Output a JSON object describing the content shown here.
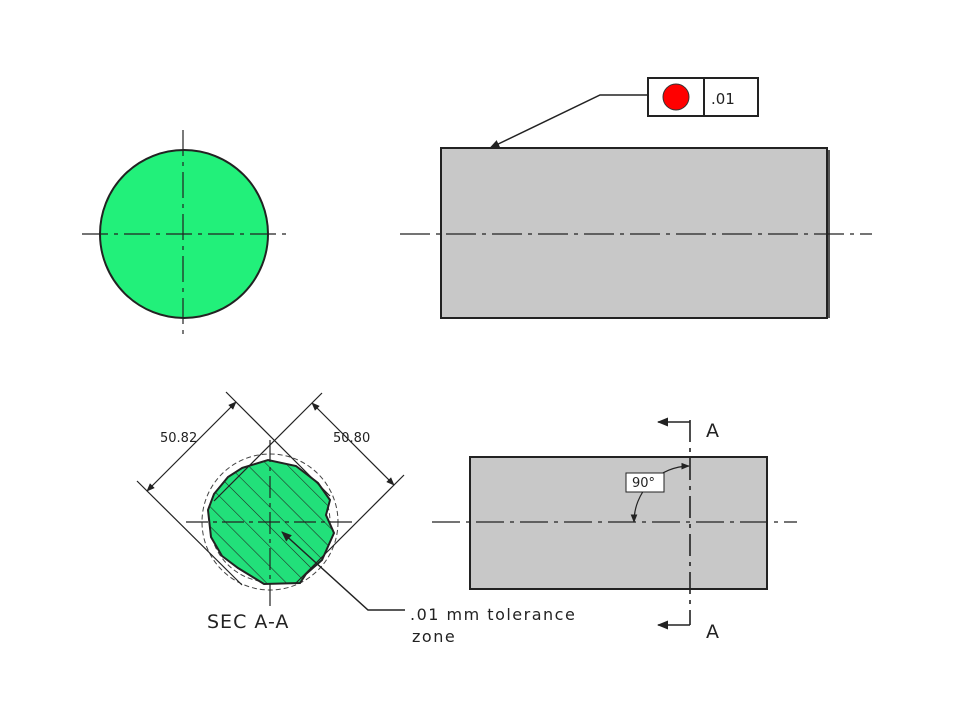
{
  "colors": {
    "circle_fill": "#22f07a",
    "section_fill": "#22e07a",
    "part_fill": "#c8c8c8",
    "gdt_symbol": "#ff0000",
    "line": "#222222",
    "background": "#ffffff"
  },
  "feature_control_frame": {
    "symbol_icon": "circularity-symbol-icon",
    "tolerance": ".01"
  },
  "section_view": {
    "dim_left": "50.82",
    "dim_right": "50.80",
    "title": "SEC A-A"
  },
  "side_view": {
    "angle_label": "90°",
    "cut_label_top": "A",
    "cut_label_bottom": "A"
  },
  "note": {
    "line1": ".01 mm tolerance",
    "line2": "zone"
  }
}
